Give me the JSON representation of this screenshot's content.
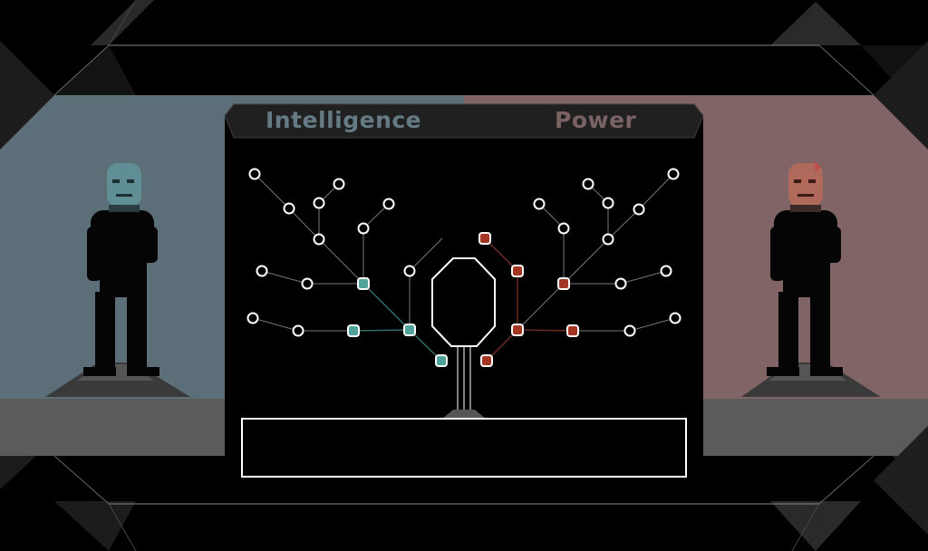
{
  "tabs": {
    "intelligence": "Intelligence",
    "power": "Power"
  },
  "description": "",
  "colors": {
    "intelligence_panel": "#5c6f78",
    "power_panel": "#806466",
    "intelligence_node": "#4fa39a",
    "power_node": "#a33522",
    "empty_node": "#ffffff"
  },
  "skill_tree": {
    "intelligence_nodes": [
      {
        "id": "i1",
        "state": "locked"
      },
      {
        "id": "i2",
        "state": "locked"
      },
      {
        "id": "i3",
        "state": "locked"
      },
      {
        "id": "i4",
        "state": "locked"
      },
      {
        "id": "i5",
        "state": "locked"
      },
      {
        "id": "i6",
        "state": "locked"
      },
      {
        "id": "i7",
        "state": "locked"
      },
      {
        "id": "i8",
        "state": "locked"
      },
      {
        "id": "i9",
        "state": "locked"
      },
      {
        "id": "i10",
        "state": "unlocked"
      },
      {
        "id": "i11",
        "state": "locked"
      },
      {
        "id": "i12",
        "state": "locked"
      },
      {
        "id": "i13",
        "state": "unlocked"
      },
      {
        "id": "i14",
        "state": "unlocked"
      },
      {
        "id": "i15",
        "state": "unlocked"
      },
      {
        "id": "i16",
        "state": "locked"
      }
    ],
    "power_nodes": [
      {
        "id": "p1",
        "state": "locked"
      },
      {
        "id": "p2",
        "state": "locked"
      },
      {
        "id": "p3",
        "state": "locked"
      },
      {
        "id": "p4",
        "state": "locked"
      },
      {
        "id": "p5",
        "state": "locked"
      },
      {
        "id": "p6",
        "state": "locked"
      },
      {
        "id": "p7",
        "state": "locked"
      },
      {
        "id": "p8",
        "state": "locked"
      },
      {
        "id": "p9",
        "state": "locked"
      },
      {
        "id": "p10",
        "state": "unlocked"
      },
      {
        "id": "p11",
        "state": "locked"
      },
      {
        "id": "p12",
        "state": "locked"
      },
      {
        "id": "p13",
        "state": "unlocked"
      },
      {
        "id": "p14",
        "state": "unlocked"
      },
      {
        "id": "p15",
        "state": "unlocked"
      },
      {
        "id": "p16",
        "state": "unlocked"
      }
    ]
  }
}
